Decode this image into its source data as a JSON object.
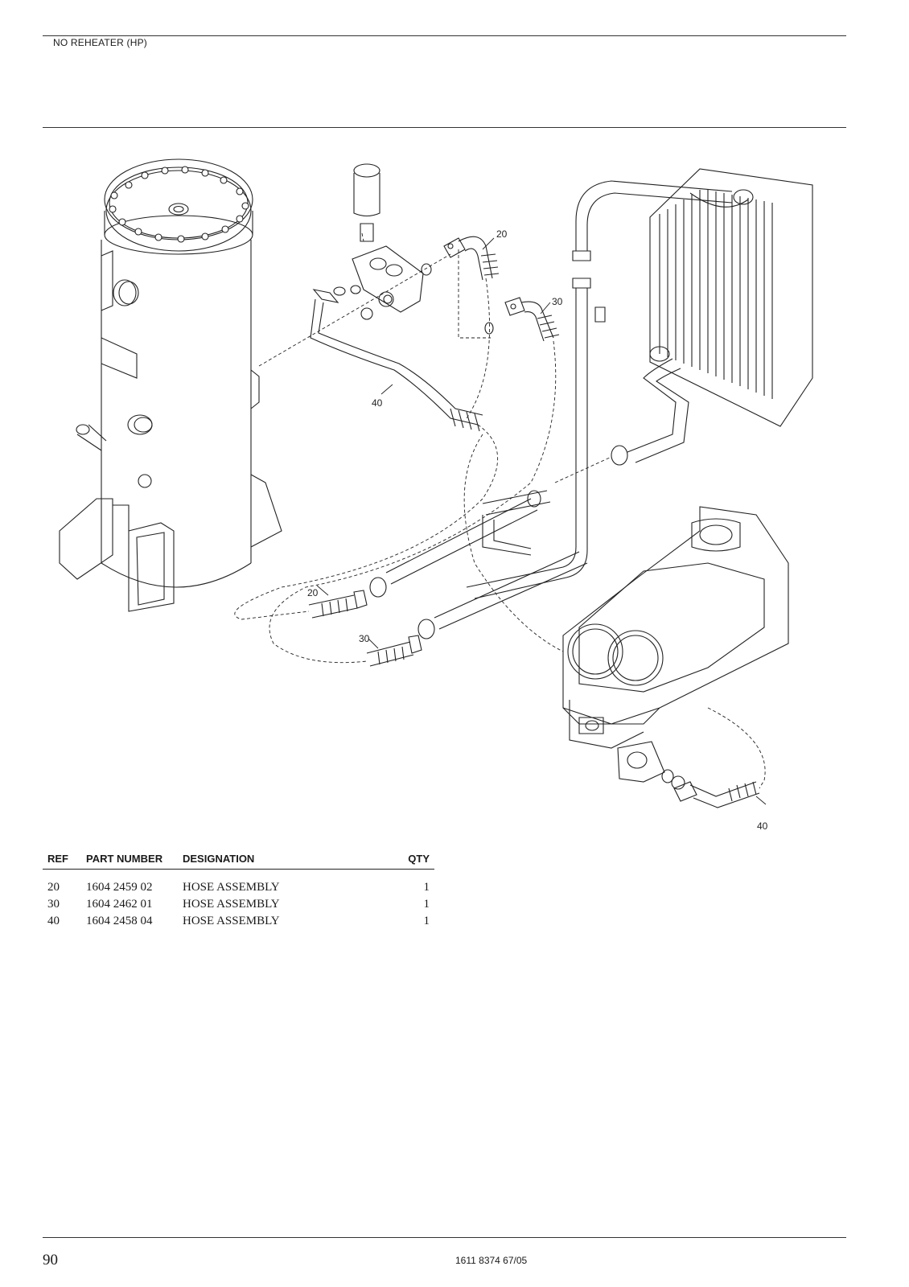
{
  "header": {
    "title": "NO REHEATER (HP)"
  },
  "drawing": {
    "callouts": [
      {
        "id": "c20a",
        "text": "20"
      },
      {
        "id": "c30a",
        "text": "30"
      },
      {
        "id": "c40a",
        "text": "40"
      },
      {
        "id": "c20b",
        "text": "20"
      },
      {
        "id": "c30b",
        "text": "30"
      },
      {
        "id": "c40b",
        "text": "40"
      }
    ]
  },
  "parts_table": {
    "headers": {
      "ref": "REF",
      "part_number": "PART NUMBER",
      "designation": "DESIGNATION",
      "qty": "QTY"
    },
    "rows": [
      {
        "ref": "20",
        "part_number": "1604 2459 02",
        "designation": "HOSE ASSEMBLY",
        "qty": "1"
      },
      {
        "ref": "30",
        "part_number": "1604 2462 01",
        "designation": "HOSE ASSEMBLY",
        "qty": "1"
      },
      {
        "ref": "40",
        "part_number": "1604 2458 04",
        "designation": "HOSE ASSEMBLY",
        "qty": "1"
      }
    ]
  },
  "footer": {
    "page_number": "90",
    "document_number": "1611 8374 67/05"
  }
}
